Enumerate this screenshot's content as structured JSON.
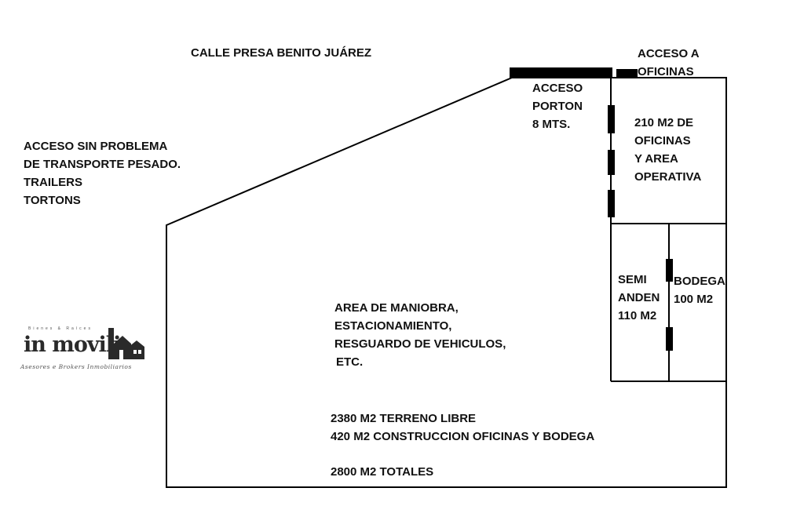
{
  "street_label": "CALLE PRESA BENITO JUÁREZ",
  "office_access": [
    "ACCESO A",
    "OFICINAS"
  ],
  "gate_access": [
    "ACCESO",
    "PORTON",
    "8 MTS."
  ],
  "transport_note": [
    "ACCESO SIN PROBLEMA",
    "DE TRANSPORTE PESADO.",
    "TRAILERS",
    "TORTONS"
  ],
  "offices_area": [
    "210 M2 DE",
    "OFICINAS",
    "Y AREA",
    "OPERATIVA"
  ],
  "semi_anden": [
    "SEMI",
    "ANDEN",
    "110 M2"
  ],
  "bodega": [
    "BODEGA",
    "100 M2"
  ],
  "maneuver_area": [
    "AREA DE MANIOBRA,",
    "ESTACIONAMIENTO,",
    "RESGUARDO DE VEHICULOS,",
    "ETC."
  ],
  "totals": [
    "2380 M2 TERRENO LIBRE",
    "420 M2 CONSTRUCCION OFICINAS Y BODEGA",
    "2800 M2 TOTALES"
  ],
  "logo": {
    "top_text": "Bienes & Raíces",
    "brand": "in movili",
    "tagline": "Asesores e Brokers Inmobiliarios"
  }
}
